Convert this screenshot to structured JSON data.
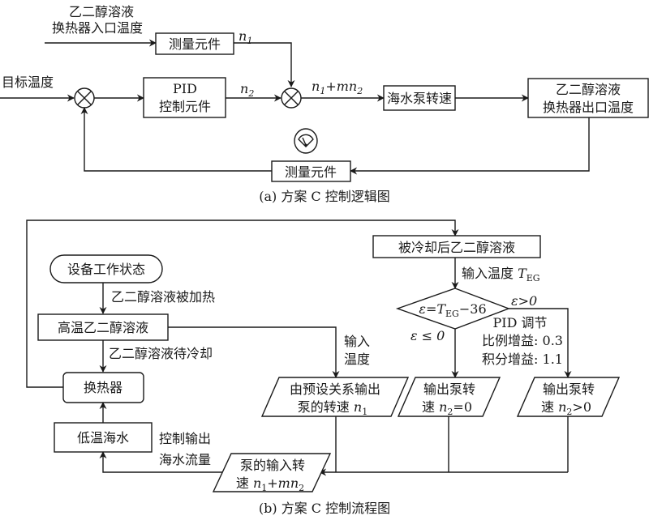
{
  "diagram_a": {
    "caption": "(a)  方案 C 控制逻辑图",
    "inlet_label_line1": "乙二醇溶液",
    "inlet_label_line2": "换热器入口温度",
    "measure_top": "测量元件",
    "n1_label": "n",
    "n1_sub": "1",
    "target_label": "目标温度",
    "pid_line1": "PID",
    "pid_line2": "控制元件",
    "n2_label": "n",
    "n2_sub": "2",
    "sum_label": {
      "a": "n",
      "a_sub": "1",
      "plus": "+",
      "b": "mn",
      "b_sub": "2"
    },
    "pump_speed": "海水泵转速",
    "outlet_line1": "乙二醇溶液",
    "outlet_line2": "换热器出口温度",
    "measure_bottom": "测量元件",
    "gauge_icon": "gauge-icon"
  },
  "diagram_b": {
    "caption": "(b)  方案 C 控制流程图",
    "device_state": "设备工作状态",
    "heated_label": "乙二醇溶液被加热",
    "hot_glycol": "高温乙二醇溶液",
    "to_cool_label": "乙二醇溶液待冷却",
    "heat_exchanger": "换热器",
    "cold_seawater": "低温海水",
    "control_flow_line1": "控制输出",
    "control_flow_line2": "海水流量",
    "cooled_glycol": "被冷却后乙二醇溶液",
    "input_temp_label": "输入温度 ",
    "t_eg": {
      "T": "T",
      "sub": "EG"
    },
    "decision": {
      "eps": "ε",
      "eq": "=",
      "T": "T",
      "sub": "EG",
      "rest": "−36"
    },
    "eps_gt0": "ε>0",
    "eps_le0": "ε ≤ 0",
    "pid_adjust": "PID 调节",
    "kp": "比例增益: 0.3",
    "ki": "积分增益: 1.1",
    "input_line1": "输入",
    "input_line2": "温度",
    "preset_line1": "由预设关系输出",
    "preset_line2": "泵的转速 ",
    "preset_n": "n",
    "preset_sub": "1",
    "out_zero_line1": "输出泵转",
    "out_zero_line2": "速 ",
    "out_zero_n": "n",
    "out_zero_sub": "2",
    "out_zero_rest": "=0",
    "out_pos_line1": "输出泵转",
    "out_pos_line2": "速 ",
    "out_pos_n": "n",
    "out_pos_sub": "2",
    "out_pos_rest": ">0",
    "pump_input_line1": "泵的输入转",
    "pump_input_line2": "速 ",
    "pump_input_a": "n",
    "pump_input_a_sub": "1",
    "pump_input_plus": "+",
    "pump_input_b": "mn",
    "pump_input_b_sub": "2"
  }
}
